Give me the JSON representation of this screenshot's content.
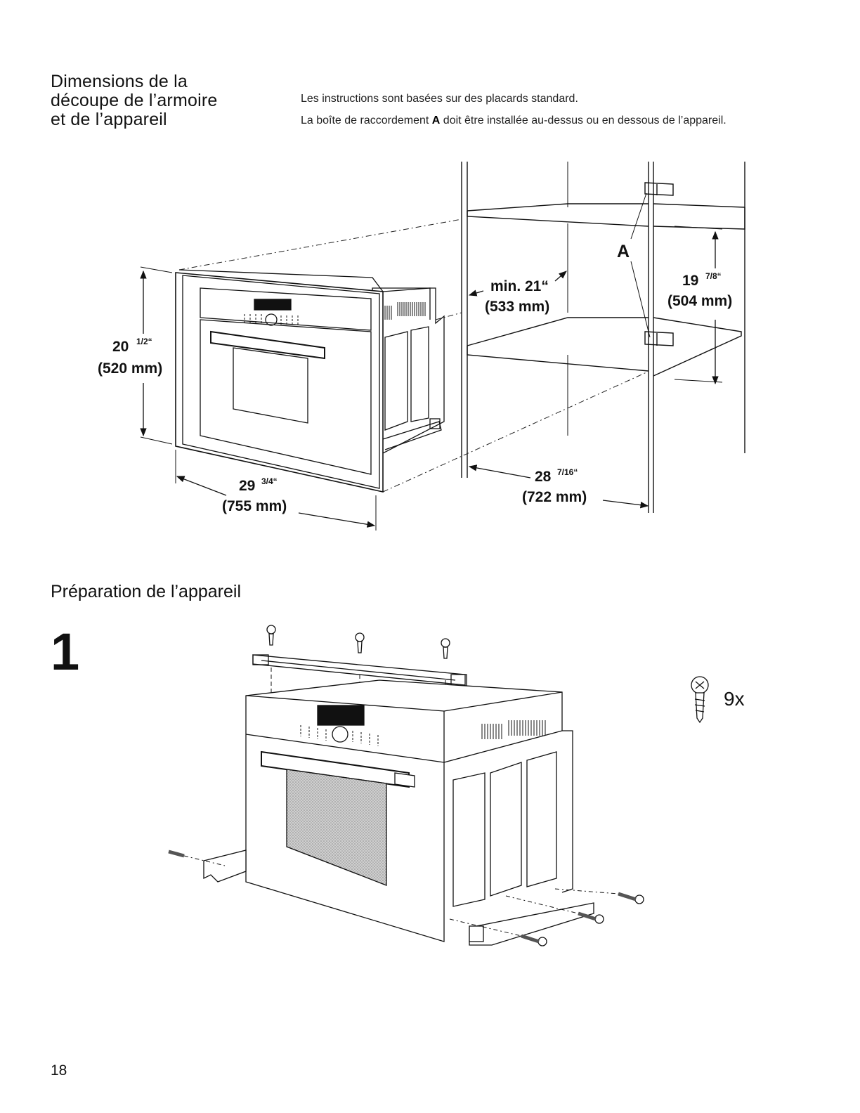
{
  "section1": {
    "title_lines": [
      "Dimensions de la",
      "découpe de l’armoire",
      "et de l’appareil"
    ],
    "intro_1": "Les instructions sont basées sur des placards standard.",
    "intro_2_before": "La boîte de raccordement ",
    "intro_2_letter": "A",
    "intro_2_after": " doit être installée au-dessus ou en dessous de l’appareil."
  },
  "diagram1": {
    "height": {
      "main": "20",
      "frac": "1/2“",
      "metric": "(520 mm)"
    },
    "width": {
      "main": "29",
      "frac": "3/4“",
      "metric": "(755 mm)"
    },
    "opening_depth": {
      "main": "min. 21“",
      "metric": "(533 mm)"
    },
    "opening_height": {
      "main": "19",
      "frac": "7/8“",
      "metric": "(504 mm)"
    },
    "opening_width": {
      "main": "28",
      "frac": "7/16“",
      "metric": "(722 mm)"
    },
    "junction_box_label": "A"
  },
  "section2": {
    "title": "Préparation de l’appareil",
    "step_number": "1",
    "screw_count": "9x"
  },
  "page_number": "18"
}
